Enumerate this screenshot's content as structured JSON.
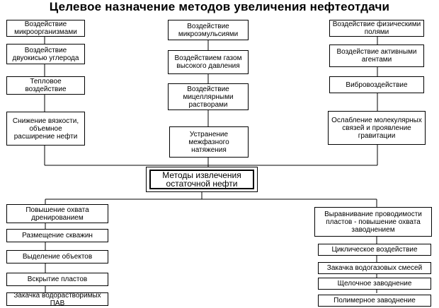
{
  "title": "Целевое назначение методов увеличения нефтеотдачи",
  "center": "Методы извлечения остаточной нефти",
  "col_left": [
    "Воздействие микроорганизмами",
    "Воздействие двуокисью углерода",
    "Тепловое воздействие",
    "Снижение вязкости, объемное расширение нефти"
  ],
  "col_middle": [
    "Воздействие микроэмульсиями",
    "Воздействием газом высокого давления",
    "Воздействие мицеллярными растворами",
    "Устранение межфазного натяжения"
  ],
  "col_right": [
    "Воздействие физическими полями",
    "Воздействие активными агентами",
    "Вибровоздействие",
    "Ослабление молекулярных связей и проявление гравитации"
  ],
  "bottom_left": [
    "Повышение охвата дренированием",
    "Размещение скважин",
    "Выделение объектов",
    "Вскрытие пластов",
    "Закачка водорастворимых ПАВ"
  ],
  "bottom_right": [
    "Выравнивание проводимости пластов - повышение охвата заводнением",
    "Циклическое воздействие",
    "Закачка водогазовых смесей",
    "Щелочное заводнение",
    "Полимерное заводнение"
  ]
}
